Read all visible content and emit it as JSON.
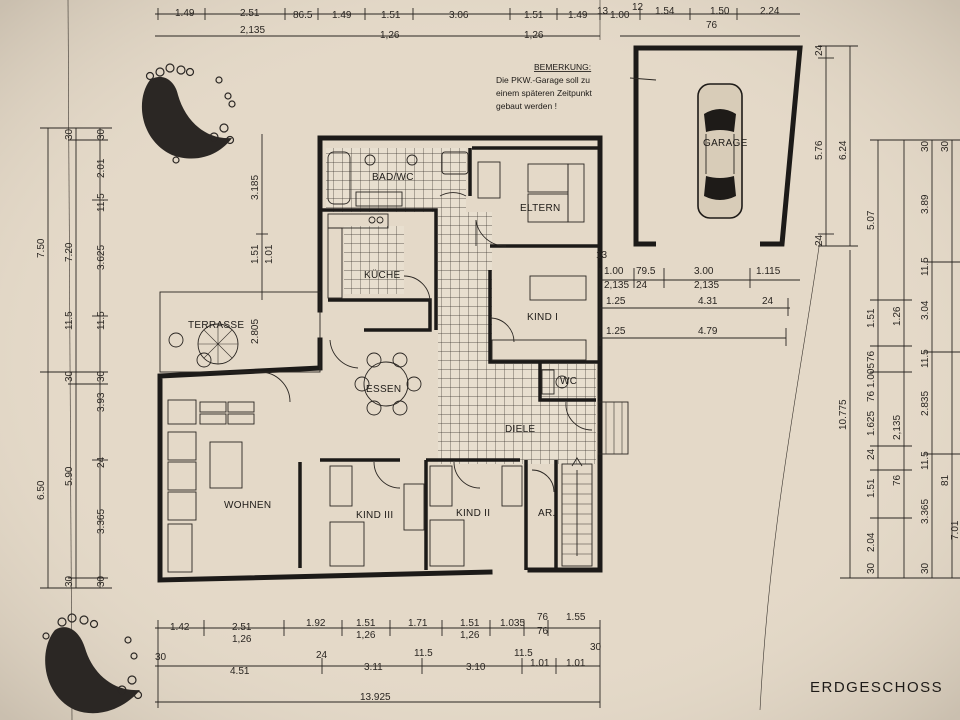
{
  "drawing": {
    "title": "ERDGESCHOSS",
    "note": {
      "heading": "BEMERKUNG:",
      "lines": [
        "Die PKW.-Garage soll zu",
        "einem späteren Zeitpunkt",
        "gebaut werden !"
      ]
    }
  },
  "rooms": {
    "bad_wc": "BAD/WC",
    "eltern": "ELTERN",
    "kueche": "KÜCHE",
    "kind1": "KIND I",
    "terrasse": "TERRASSE",
    "essen": "ESSEN",
    "wc": "WC",
    "diele": "DIELE",
    "wohnen": "WOHNEN",
    "kind3": "KIND III",
    "kind2": "KIND II",
    "ar": "AR.",
    "garage": "GARAGE"
  },
  "dimensions": {
    "top_row1": [
      "1.49",
      "2.51",
      "86.5",
      "1.49",
      "1.51",
      "3.06",
      "1.51",
      "1.49",
      "13",
      "1.00",
      "12",
      "1.54",
      "1.50",
      "2.24"
    ],
    "top_row2": [
      "2,135",
      "1,26",
      "1,26",
      "76"
    ],
    "left_outer": [
      "7.50",
      "6.50"
    ],
    "left_mid": [
      "30",
      "7.20",
      "11.5",
      "30",
      "5.90",
      "30"
    ],
    "left_inner": [
      "30",
      "2.01",
      "11.5",
      "3.625",
      "11.5",
      "30",
      "3.93",
      "24",
      "3.365",
      "30"
    ],
    "house_left": [
      "3.185",
      "1.51",
      "1.01",
      "2.805"
    ],
    "garage_right": [
      "24",
      "5.76",
      "6.24",
      "24"
    ],
    "right_total": "10.775",
    "right_col1": [
      "5.07",
      "1.51",
      "76",
      "1.005",
      "1.625",
      "76",
      "24",
      "1.51",
      "2.04",
      "30"
    ],
    "right_col2": [
      "1.26",
      "2,135",
      "76"
    ],
    "right_col3": [
      "30",
      "3.89",
      "11.5",
      "3.04",
      "11.5",
      "2.835",
      "11.5",
      "3.365",
      "30"
    ],
    "right_col4": [
      "30",
      "81",
      "7.01"
    ],
    "mid_right": [
      {
        "a": "1.00",
        "b": "79.5",
        "c": "3.00",
        "d": "1.115"
      },
      {
        "a": "2,135",
        "b": "24",
        "c": "2,135",
        "d": ""
      },
      {
        "a": "1.25",
        "b": "4.31",
        "c": "24",
        "d": ""
      },
      {
        "a": "1.25",
        "b": "4.79",
        "c": "",
        "d": ""
      }
    ],
    "bottom_row1": [
      "1.42",
      "2.51",
      "1.92",
      "1.51",
      "1.71",
      "1.51",
      "1.035",
      "76",
      "1.55"
    ],
    "bottom_row2": [
      "1,26",
      "1,26",
      "1,26",
      "76"
    ],
    "bottom_row3": [
      "30",
      "24",
      "11.5",
      "11.5",
      "30"
    ],
    "bottom_row4": [
      "4.51",
      "3.11",
      "3.10",
      "1.01",
      "1.01"
    ],
    "bottom_total": "13.925"
  }
}
